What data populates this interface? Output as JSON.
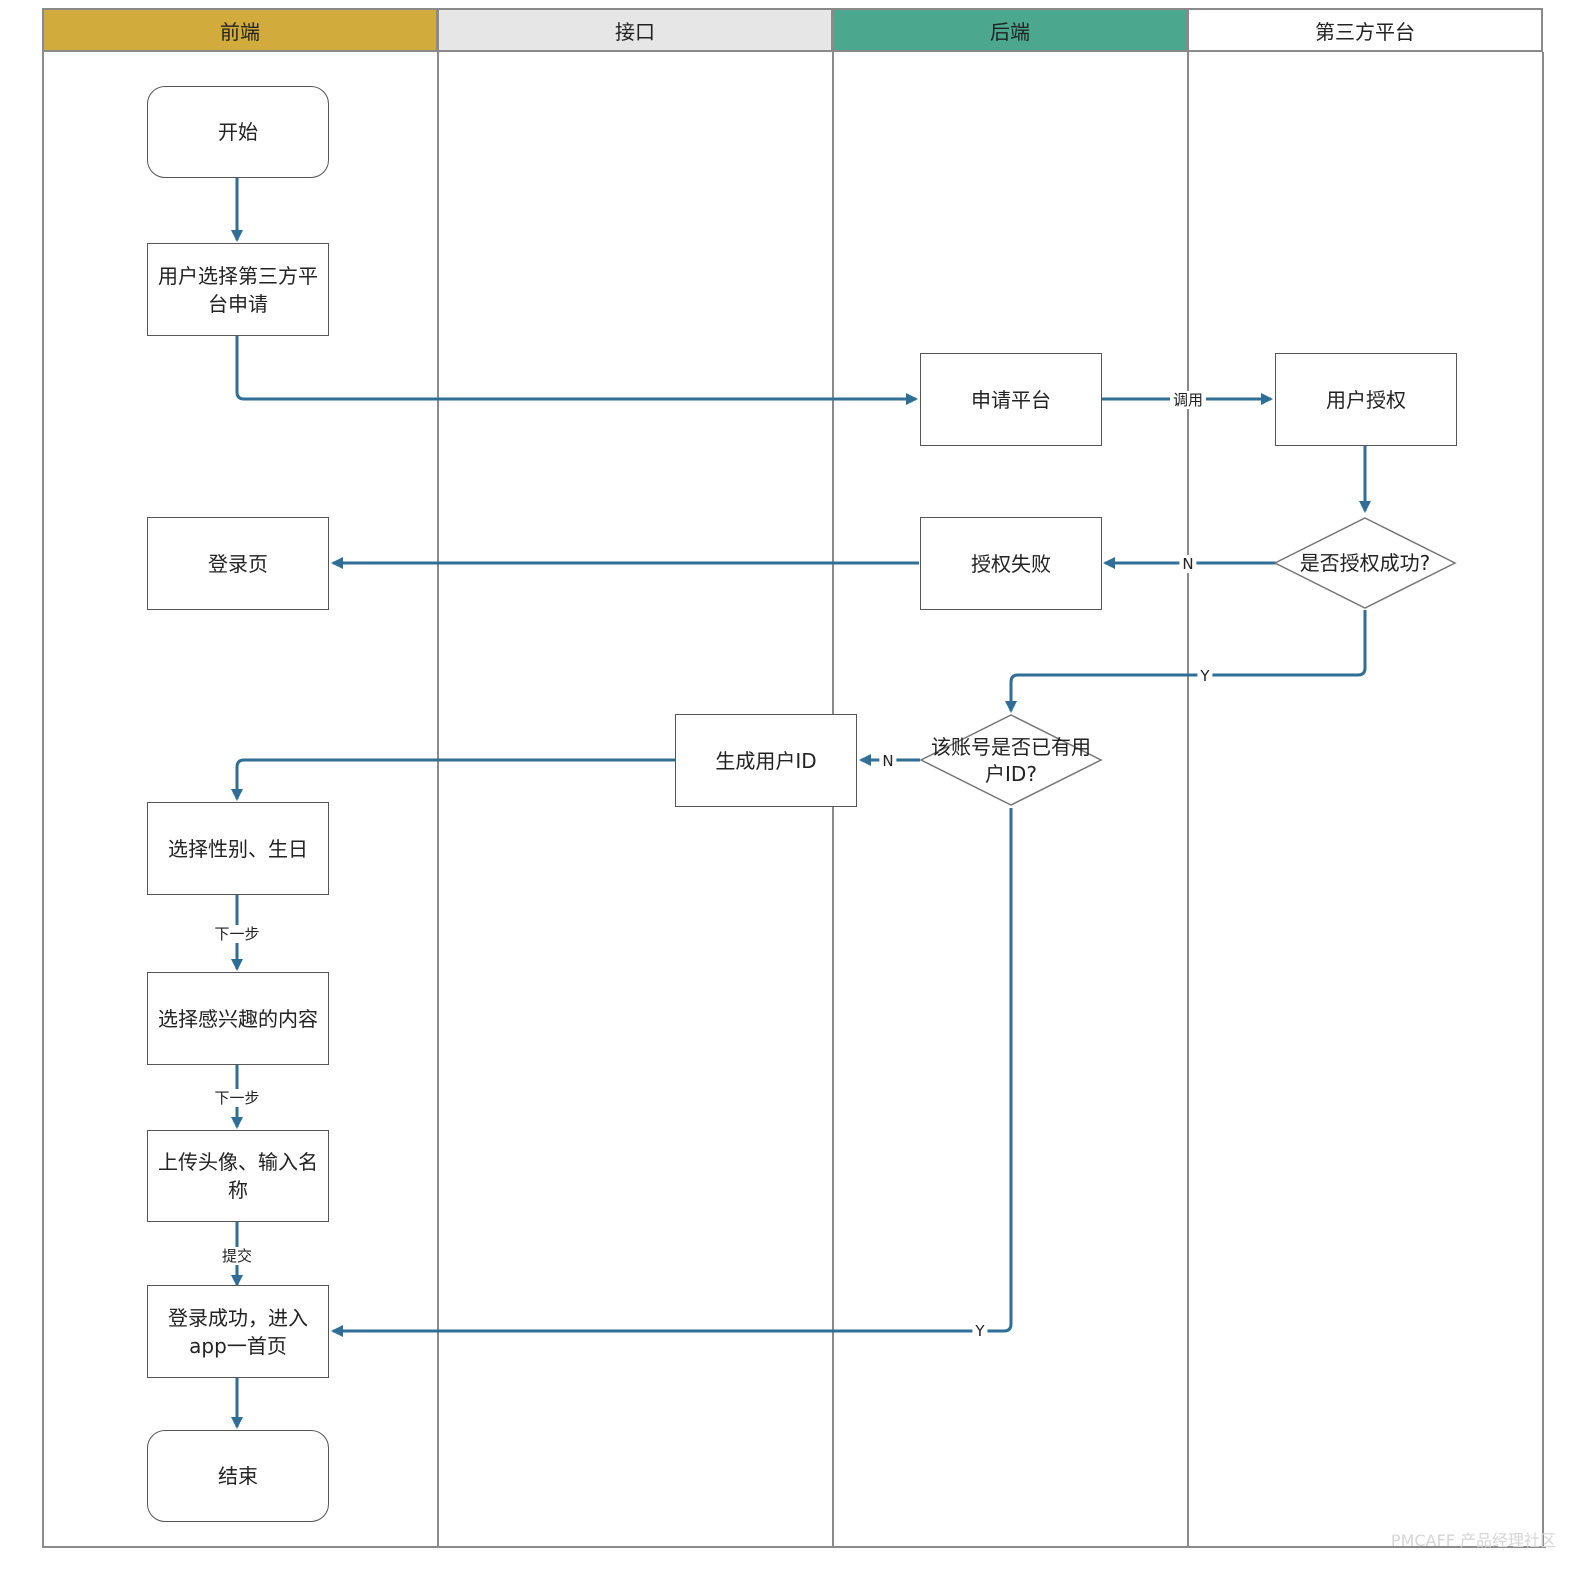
{
  "lanes": [
    {
      "title": "前端",
      "color": "#d1ab3c"
    },
    {
      "title": "接口",
      "color": "#e6e6e6"
    },
    {
      "title": "后端",
      "color": "#4ba88f"
    },
    {
      "title": "第三方平台",
      "color": "#ffffff"
    }
  ],
  "nodes": {
    "start": "开始",
    "select_platform": "用户选择第三方平台申请",
    "apply_platform": "申请平台",
    "user_auth": "用户授权",
    "auth_success_q": "是否授权成功?",
    "auth_fail": "授权失败",
    "login_page": "登录页",
    "has_id_q": "该账号是否已有用户ID?",
    "gen_user_id": "生成用户ID",
    "select_gender": "选择性别、生日",
    "select_interest": "选择感兴趣的内容",
    "upload_avatar": "上传头像、输入名称",
    "login_success": "登录成功，进入app一首页",
    "end": "结束"
  },
  "edge_labels": {
    "call": "调用",
    "auth_no": "N",
    "auth_yes": "Y",
    "id_no": "N",
    "id_yes": "Y",
    "next1": "下一步",
    "next2": "下一步",
    "submit": "提交"
  },
  "watermark": "PMCAFF 产品经理社区",
  "colors": {
    "arrow": "#2f6e96",
    "border": "#555555",
    "lane_border": "#8a8a8a"
  }
}
